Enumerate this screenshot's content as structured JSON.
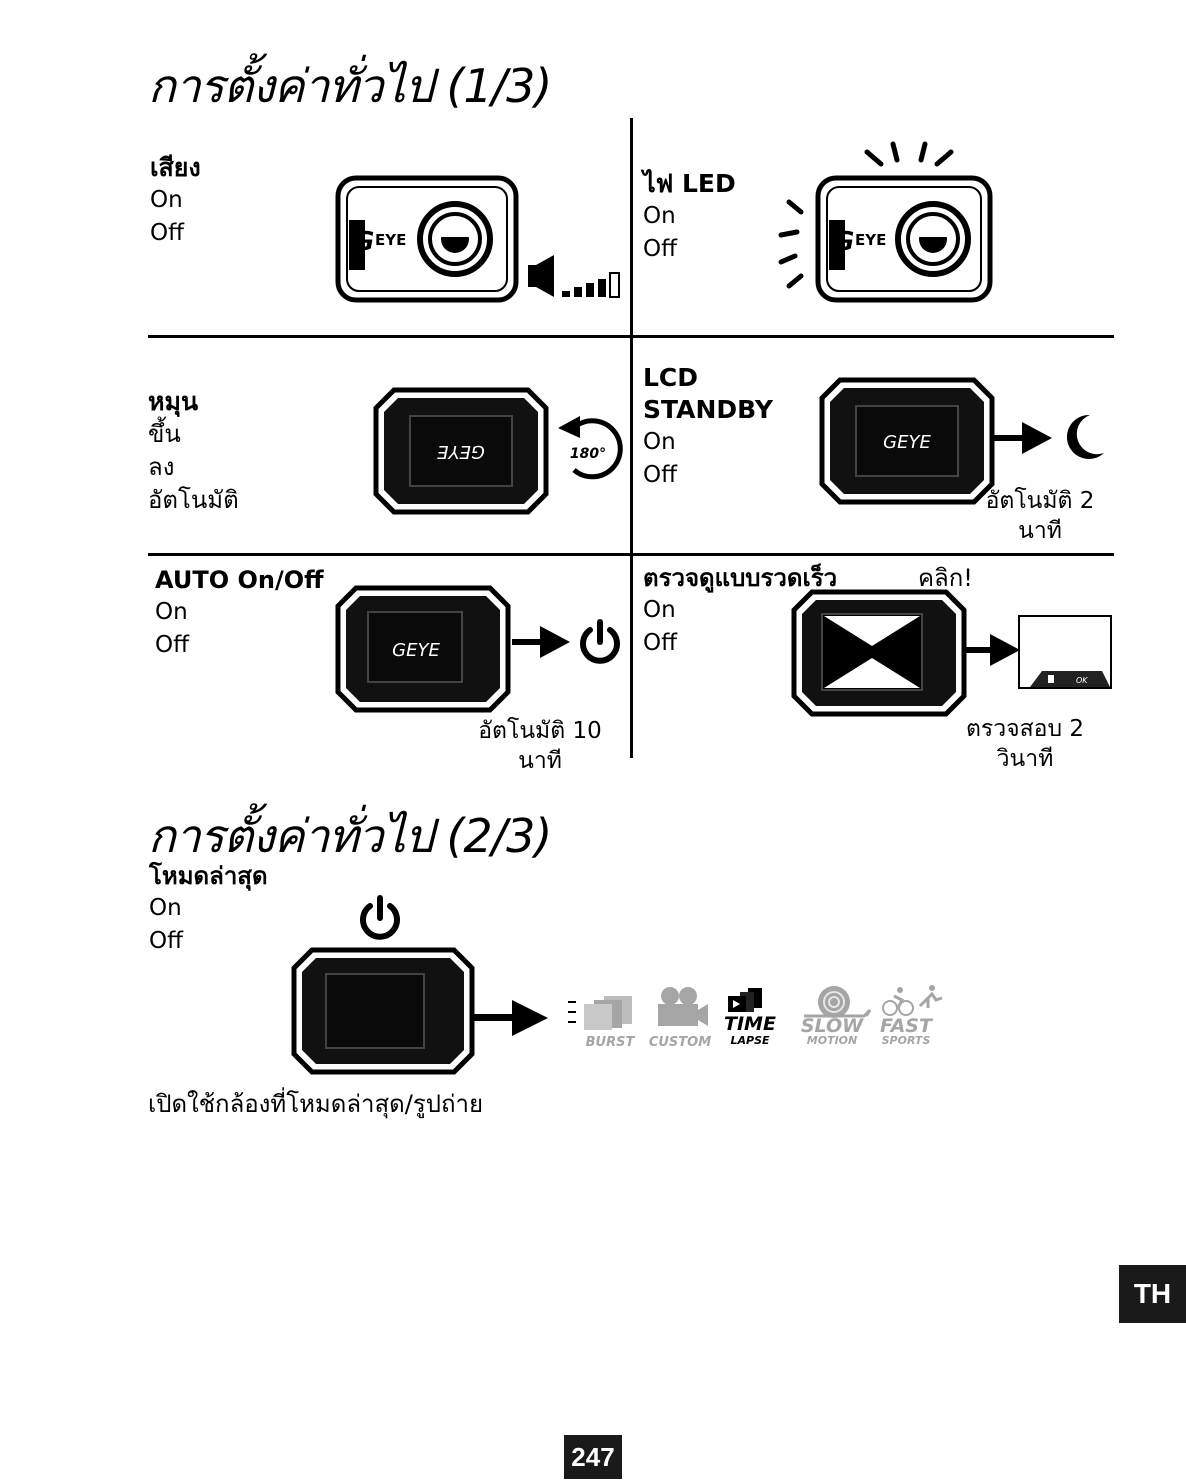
{
  "titles": {
    "general_1": "การตั้งค่าทั่วไป (1/3)",
    "general_2": "การตั้งค่าทั่วไป (2/3)"
  },
  "sound": {
    "label": "เสียง",
    "options": [
      "On",
      "Off"
    ]
  },
  "led": {
    "label": "ไฟ LED",
    "options": [
      "On",
      "Off"
    ]
  },
  "rotate": {
    "label": "หมุน",
    "options": [
      "ขึ้น",
      "ลง",
      "อัตโนมัติ"
    ],
    "badge": "180°",
    "screen_text": "GEYE"
  },
  "lcd": {
    "label_line1": "LCD",
    "label_line2": "STANDBY",
    "options": [
      "On",
      "Off"
    ],
    "note_line1": "อัตโนมัติ 2",
    "note_line2": "นาที",
    "screen_text": "GEYE"
  },
  "auto": {
    "label": "AUTO On/Off",
    "options": [
      "On",
      "Off"
    ],
    "note_line1": "อัตโนมัติ 10",
    "note_line2": "นาที",
    "screen_text": "GEYE"
  },
  "quick": {
    "label": "ตรวจดูแบบรวดเร็ว",
    "click": "คลิก!",
    "options": [
      "On",
      "Off"
    ],
    "note_line1": "ตรวจสอบ 2",
    "note_line2": "วินาที",
    "ok_label": "OK"
  },
  "latest": {
    "label": "โหมดล่าสุด",
    "options": [
      "On",
      "Off"
    ],
    "caption": "เปิดใช้กล้องที่โหมดล่าสุด/รูปถ่าย",
    "modes": [
      {
        "line1": "",
        "line2": "BURST",
        "icon": "burst-icon"
      },
      {
        "line1": "",
        "line2": "CUSTOM",
        "icon": "custom-camera-icon"
      },
      {
        "line1": "TIME",
        "line2": "LAPSE",
        "icon": "time-lapse-icon"
      },
      {
        "line1": "SLOW",
        "line2": "MOTION",
        "icon": "snail-icon"
      },
      {
        "line1": "FAST",
        "line2": "SPORTS",
        "icon": "sports-icon"
      }
    ]
  },
  "language_tag": "TH",
  "page_number": "247",
  "colors": {
    "ink": "#000000",
    "tag_bg": "#1a1a1a",
    "mode_gray": "#a5a5a5"
  }
}
